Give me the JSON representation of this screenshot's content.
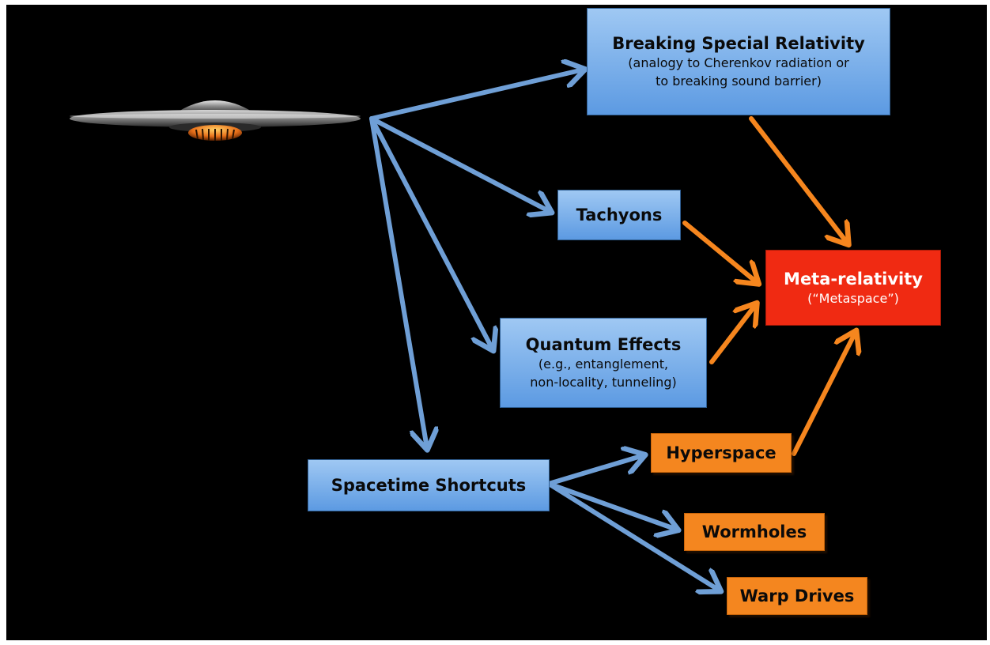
{
  "nodes": {
    "breaking": {
      "title": "Breaking Special Relativity",
      "subtitle_line1": "(analogy to Cherenkov radiation or",
      "subtitle_line2": "to breaking sound barrier)"
    },
    "tachyons": {
      "title": "Tachyons"
    },
    "quantum": {
      "title": "Quantum Effects",
      "subtitle_line1": "(e.g., entanglement,",
      "subtitle_line2": "non-locality, tunneling)"
    },
    "shortcuts": {
      "title": "Spacetime Shortcuts"
    },
    "meta": {
      "title": "Meta-relativity",
      "subtitle": "(“Metaspace”)"
    },
    "hyperspace": {
      "title": "Hyperspace"
    },
    "wormholes": {
      "title": "Wormholes"
    },
    "warp": {
      "title": "Warp Drives"
    }
  },
  "colors": {
    "background": "#000000",
    "blue_box": "#7fb2ee",
    "orange_box": "#f4861f",
    "red_box": "#f02a12",
    "blue_arrow": "#6f9fd6",
    "orange_arrow": "#f6861e"
  },
  "edges": [
    {
      "from": "ufo",
      "to": "breaking",
      "color": "blue"
    },
    {
      "from": "ufo",
      "to": "tachyons",
      "color": "blue"
    },
    {
      "from": "ufo",
      "to": "quantum",
      "color": "blue"
    },
    {
      "from": "ufo",
      "to": "shortcuts",
      "color": "blue"
    },
    {
      "from": "shortcuts",
      "to": "hyperspace",
      "color": "blue"
    },
    {
      "from": "shortcuts",
      "to": "wormholes",
      "color": "blue"
    },
    {
      "from": "shortcuts",
      "to": "warp",
      "color": "blue"
    },
    {
      "from": "breaking",
      "to": "meta",
      "color": "orange"
    },
    {
      "from": "tachyons",
      "to": "meta",
      "color": "orange"
    },
    {
      "from": "quantum",
      "to": "meta",
      "color": "orange"
    },
    {
      "from": "hyperspace",
      "to": "meta",
      "color": "orange"
    }
  ]
}
